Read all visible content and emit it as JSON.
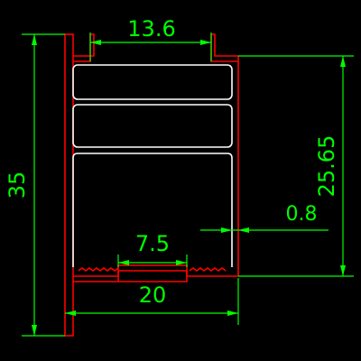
{
  "colors": {
    "background": "#000000",
    "profile": "#ff0000",
    "profile_inner": "#ffffff",
    "dimension": "#00ff00"
  },
  "dimensions": {
    "top_width": "13.6",
    "total_height": "35",
    "right_height": "25.65",
    "wall_thickness": "0.8",
    "slot_width": "7.5",
    "body_width": "20"
  }
}
